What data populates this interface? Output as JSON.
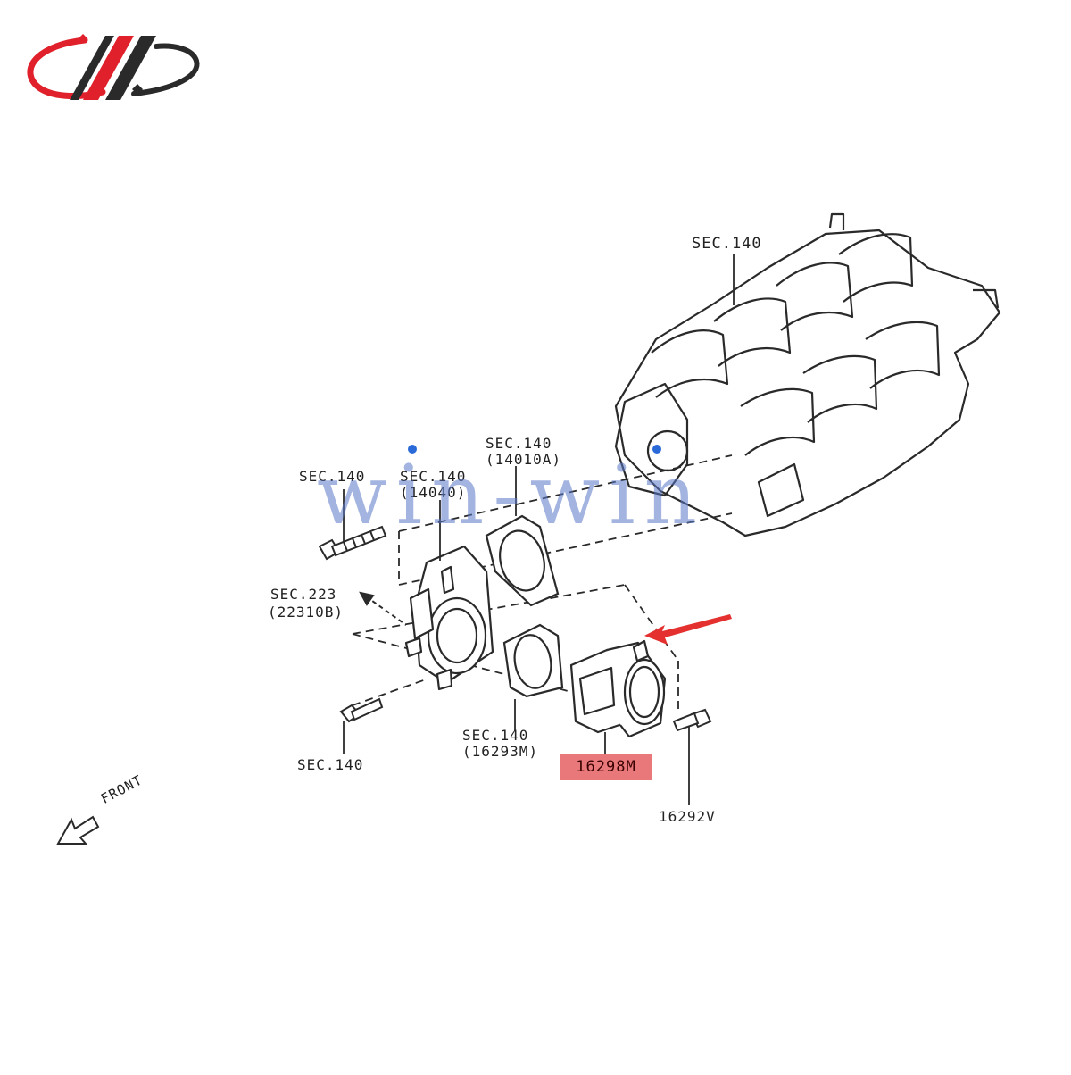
{
  "diagram": {
    "labels": {
      "manifold_sec": "SEC.140",
      "gasket_sec": "SEC.140",
      "gasket_part": "(14010A)",
      "bolt_top_sec": "SEC.140",
      "bracket_sec": "SEC.140",
      "bracket_part": "(14040)",
      "sensor_sec": "SEC.223",
      "sensor_part": "(22310B)",
      "bolt_bottom_sec": "SEC.140",
      "gasket2_sec": "SEC.140",
      "gasket2_part": "(16293M)",
      "throttle_body_part": "16298M",
      "screw_part": "16292V",
      "front": "FRONT"
    },
    "watermark": "win-win",
    "colors": {
      "line": "#2a2a2a",
      "highlight": "#e8787a",
      "arrow": "#e53030",
      "logo_red": "#e0202a",
      "logo_dark": "#2a2a2a",
      "watermark": "#5a78c8"
    }
  }
}
